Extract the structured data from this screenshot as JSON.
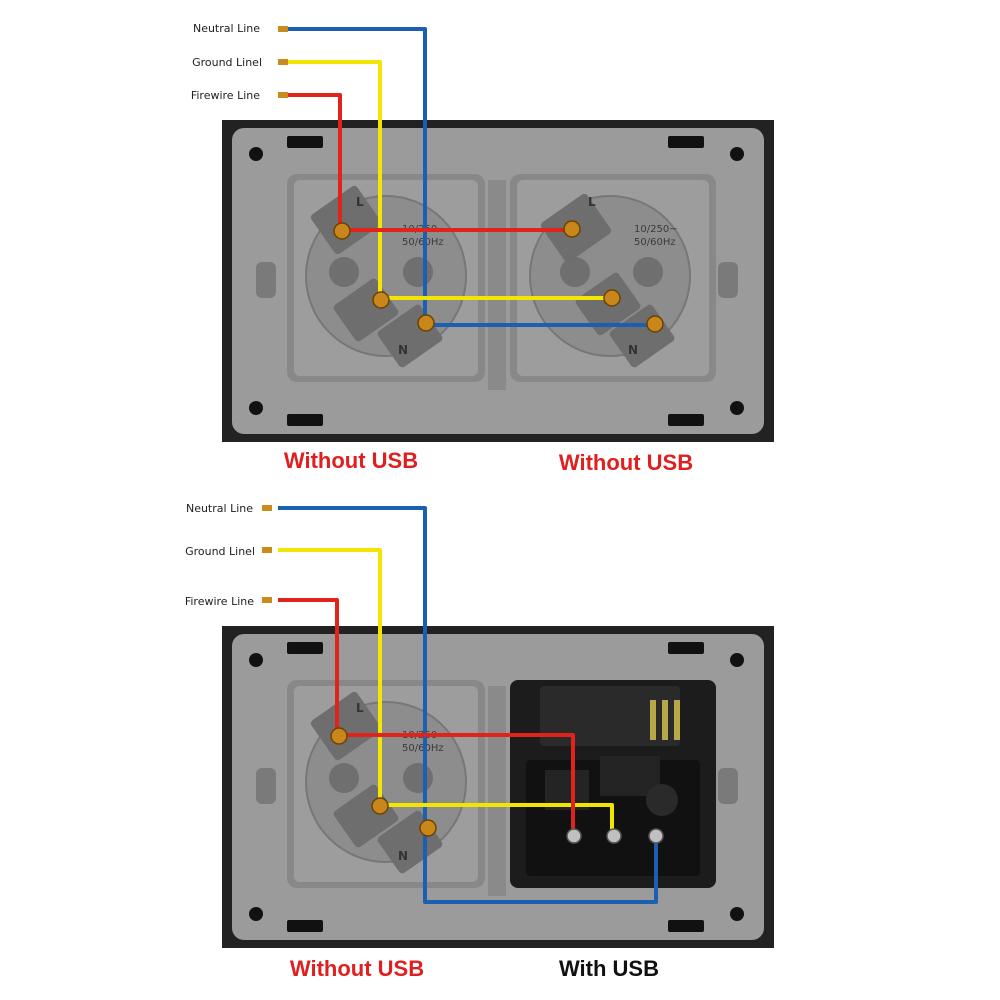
{
  "diagrams": [
    {
      "wire_labels": {
        "neutral": "Neutral Line",
        "ground": "Ground Linel",
        "firewire": "Firewire Line"
      },
      "left_module": {
        "caption": "Without USB",
        "rating_line1": "10/250~",
        "rating_line2": "50/60Hz",
        "terminal_live": "L",
        "terminal_neutral": "N"
      },
      "right_module": {
        "caption": "Without USB",
        "rating_line1": "10/250~",
        "rating_line2": "50/60Hz",
        "terminal_live": "L",
        "terminal_neutral": "N"
      }
    },
    {
      "wire_labels": {
        "neutral": "Neutral Line",
        "ground": "Ground Linel",
        "firewire": "Firewire Line"
      },
      "left_module": {
        "caption": "Without USB",
        "rating_line1": "10/250~",
        "rating_line2": "50/60Hz",
        "terminal_live": "L",
        "terminal_neutral": "N"
      },
      "right_module": {
        "caption": "With USB"
      }
    }
  ],
  "colors": {
    "neutral_wire": "#1a5fb0",
    "ground_wire": "#f2e600",
    "firewire": "#e0241b",
    "caption_without_usb": "#e02020",
    "caption_with_usb": "#111111",
    "panel_frame": "#222222",
    "panel_gray": "#9a9a9a",
    "socket_gray": "#8c8c8c",
    "usb_module": "#1c1c1c"
  }
}
